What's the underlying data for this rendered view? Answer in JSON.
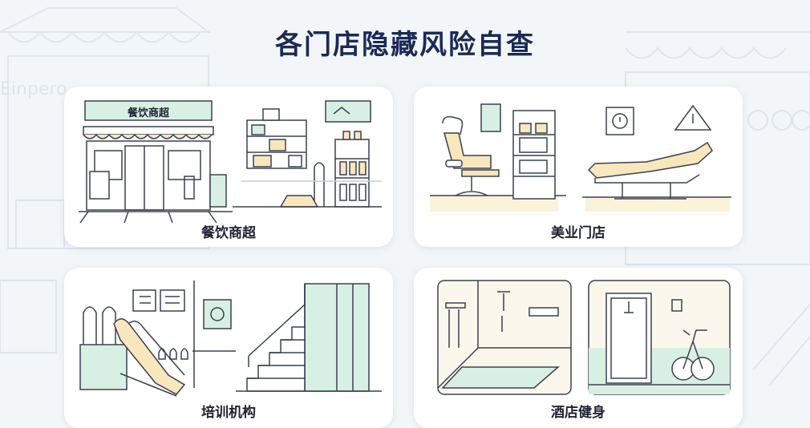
{
  "header": {
    "title": "各门店隐藏风险自查"
  },
  "cards": [
    {
      "label": "餐饮商超",
      "sign_text": "餐饮商超"
    },
    {
      "label": "美业门店"
    },
    {
      "label": "培训机构"
    },
    {
      "label": "酒店健身"
    }
  ],
  "colors": {
    "title": "#1b2a55",
    "mint": "#d8f0e4",
    "cream": "#f8e7bd",
    "line": "#3a4150"
  }
}
